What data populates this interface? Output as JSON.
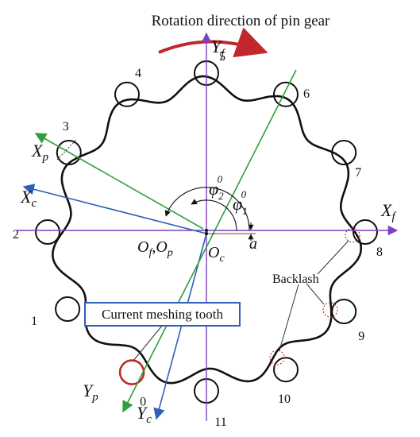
{
  "title": "Rotation direction of pin gear",
  "labels": {
    "xf": "X",
    "xf_sub": "f",
    "yf": "Y",
    "yf_sub": "f",
    "xc": "X",
    "xc_sub": "c",
    "yc": "Y",
    "yc_sub": "c",
    "xp": "X",
    "xp_sub": "p",
    "yp": "Y",
    "yp_sub": "p",
    "phi1": "φ",
    "phi1_sub": "1",
    "phi1_sup": "0",
    "phi2": "φ",
    "phi2_sub": "2",
    "phi2_sup": "0",
    "of": "O",
    "of_sub": "f",
    "comma": ",",
    "op": "O",
    "op_sub": "p",
    "oc": "O",
    "oc_sub": "c",
    "a": "a",
    "backlash": "Backlash",
    "current_meshing": "Current meshing tooth"
  },
  "pin_numbers": [
    "0",
    "1",
    "2",
    "3",
    "4",
    "5",
    "6",
    "7",
    "8",
    "9",
    "10",
    "11"
  ],
  "colors": {
    "axis_f": "#7f3fbf",
    "axis_c": "#2f5fb8",
    "axis_p": "#2e9e3e",
    "highlight": "#c0282d",
    "outline": "#111111"
  }
}
